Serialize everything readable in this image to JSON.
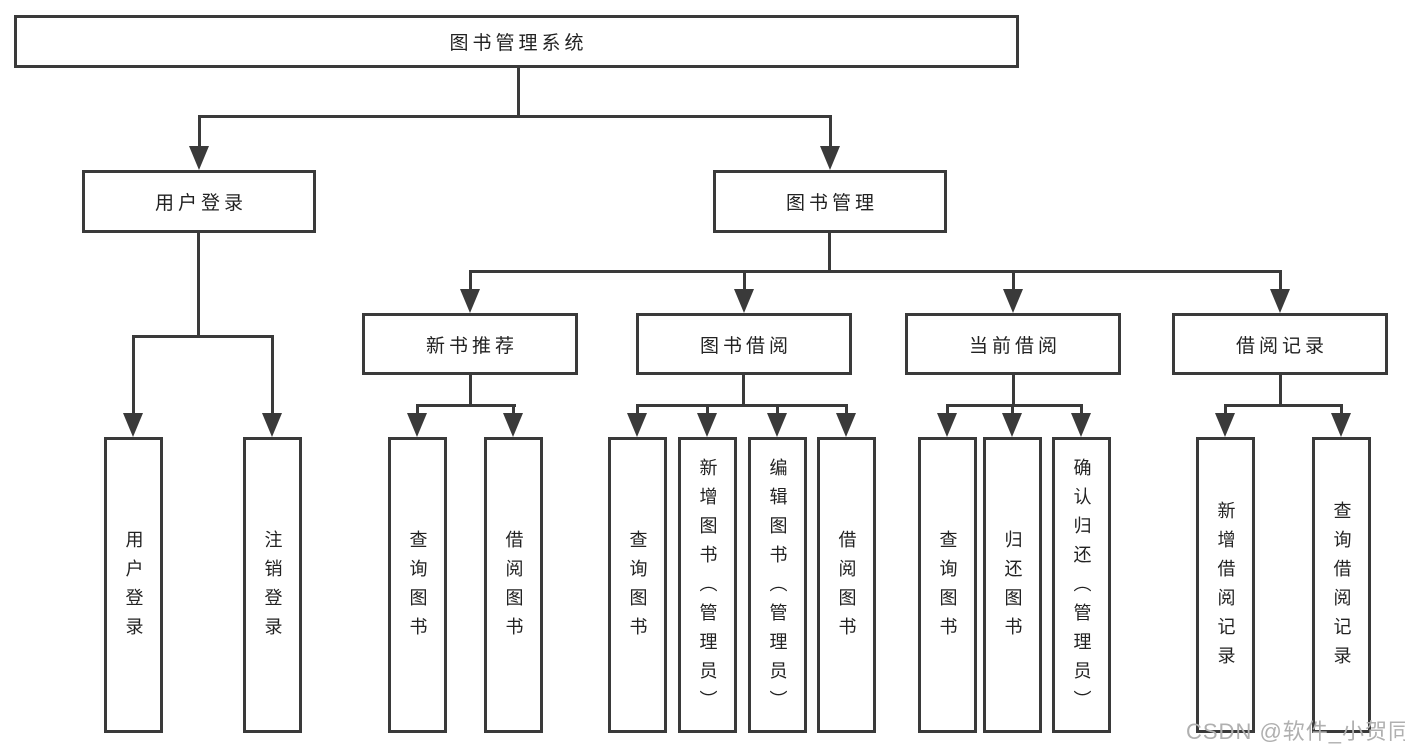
{
  "nodes": {
    "root": "图书管理系统",
    "user_login": "用户登录",
    "book_management": "图书管理",
    "new_book_recommend": "新书推荐",
    "book_borrow": "图书借阅",
    "current_borrow": "当前借阅",
    "borrow_record": "借阅记录",
    "leaf_user_login": "用户登录",
    "leaf_logout": "注销登录",
    "leaf_nb_query": "查询图书",
    "leaf_nb_borrow": "借阅图书",
    "leaf_bb_query": "查询图书",
    "leaf_bb_add": "新增图书（管理员）",
    "leaf_bb_edit": "编辑图书（管理员）",
    "leaf_bb_borrow": "借阅图书",
    "leaf_cb_query": "查询图书",
    "leaf_cb_return": "归还图书",
    "leaf_cb_confirm": "确认归还（管理员）",
    "leaf_br_add": "新增借阅记录",
    "leaf_br_query": "查询借阅记录"
  },
  "watermark": "CSDN @软件_小贺同学",
  "colors": {
    "line": "#3a3a3a",
    "text": "#222222",
    "background": "#ffffff",
    "watermark": "#b0b0b0"
  }
}
